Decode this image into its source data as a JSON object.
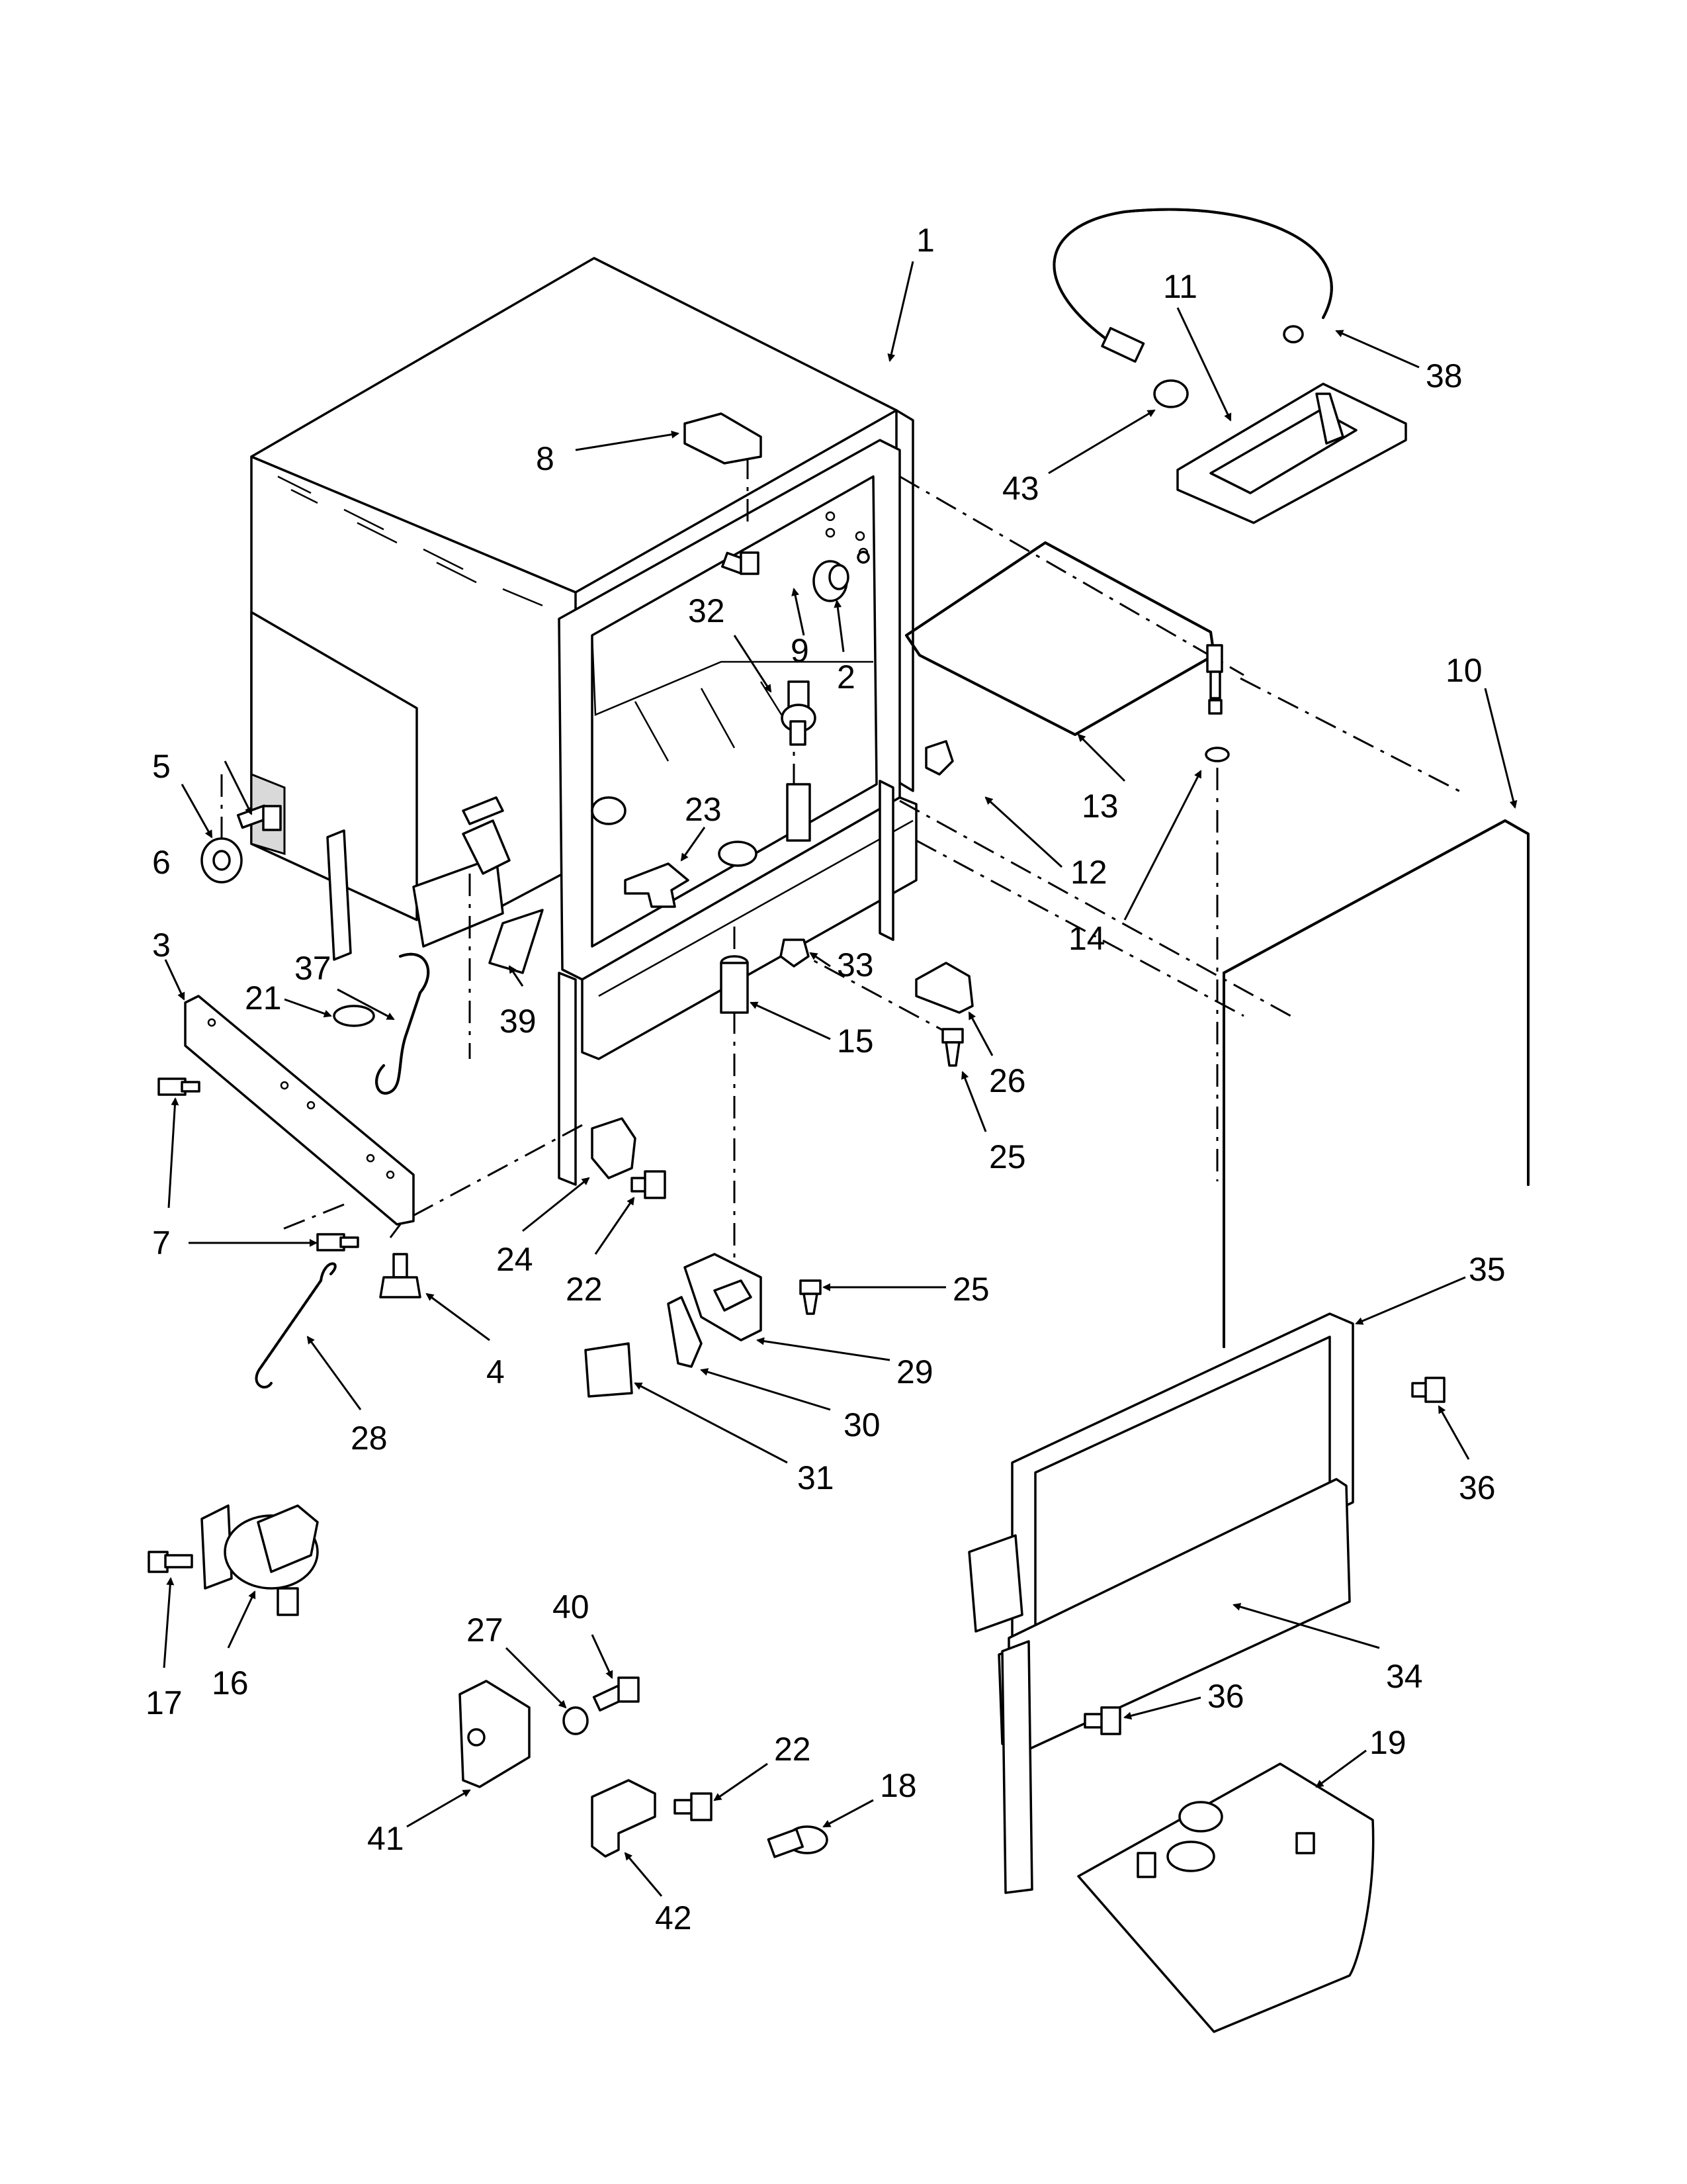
{
  "callouts": [
    {
      "id": "1",
      "label": "1"
    },
    {
      "id": "2",
      "label": "2"
    },
    {
      "id": "3",
      "label": "3"
    },
    {
      "id": "4",
      "label": "4"
    },
    {
      "id": "5",
      "label": "5"
    },
    {
      "id": "6",
      "label": "6"
    },
    {
      "id": "7a",
      "label": "7"
    },
    {
      "id": "7b",
      "label": "7"
    },
    {
      "id": "8",
      "label": "8"
    },
    {
      "id": "9",
      "label": "9"
    },
    {
      "id": "10",
      "label": "10"
    },
    {
      "id": "11",
      "label": "11"
    },
    {
      "id": "12",
      "label": "12"
    },
    {
      "id": "13",
      "label": "13"
    },
    {
      "id": "14",
      "label": "14"
    },
    {
      "id": "15",
      "label": "15"
    },
    {
      "id": "16",
      "label": "16"
    },
    {
      "id": "17",
      "label": "17"
    },
    {
      "id": "18",
      "label": "18"
    },
    {
      "id": "19",
      "label": "19"
    },
    {
      "id": "21",
      "label": "21"
    },
    {
      "id": "22a",
      "label": "22"
    },
    {
      "id": "22b",
      "label": "22"
    },
    {
      "id": "23",
      "label": "23"
    },
    {
      "id": "24",
      "label": "24"
    },
    {
      "id": "25a",
      "label": "25"
    },
    {
      "id": "25b",
      "label": "25"
    },
    {
      "id": "26",
      "label": "26"
    },
    {
      "id": "27",
      "label": "27"
    },
    {
      "id": "28",
      "label": "28"
    },
    {
      "id": "29",
      "label": "29"
    },
    {
      "id": "30",
      "label": "30"
    },
    {
      "id": "31",
      "label": "31"
    },
    {
      "id": "32",
      "label": "32"
    },
    {
      "id": "33",
      "label": "33"
    },
    {
      "id": "34",
      "label": "34"
    },
    {
      "id": "35",
      "label": "35"
    },
    {
      "id": "36a",
      "label": "36"
    },
    {
      "id": "36b",
      "label": "36"
    },
    {
      "id": "37",
      "label": "37"
    },
    {
      "id": "38",
      "label": "38"
    },
    {
      "id": "39",
      "label": "39"
    },
    {
      "id": "40",
      "label": "40"
    },
    {
      "id": "41",
      "label": "41"
    },
    {
      "id": "42",
      "label": "42"
    },
    {
      "id": "43",
      "label": "43"
    }
  ]
}
